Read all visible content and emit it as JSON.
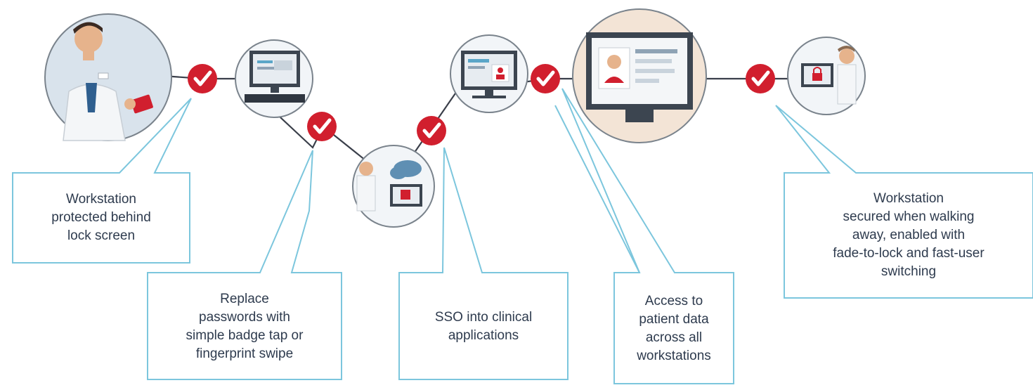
{
  "colors": {
    "callout_border": "#7cc6dd",
    "line": "#3a3f4a",
    "check_red": "#d11f2e",
    "circle_bg": "#dfe7ee",
    "circle_border": "#9aa3ac",
    "text": "#2e3b4e"
  },
  "steps": [
    {
      "icon": "doctor-with-badge-icon",
      "check": "checkmark-icon"
    },
    {
      "icon": "desktop-computer-icon",
      "check": "checkmark-icon"
    },
    {
      "icon": "clinician-cloud-login-icon",
      "check": "checkmark-icon"
    },
    {
      "icon": "clinical-app-monitor-icon",
      "check": "checkmark-icon"
    },
    {
      "icon": "patient-record-monitor-icon",
      "check": "checkmark-icon"
    },
    {
      "icon": "doctor-locked-screen-icon",
      "check": "checkmark-icon"
    }
  ],
  "callouts": [
    {
      "text": "Workstation\nprotected behind\nlock screen"
    },
    {
      "text": "Replace\npasswords with\nsimple badge tap or\nfingerprint swipe"
    },
    {
      "text": "SSO into clinical\napplications"
    },
    {
      "text": "Access to\npatient data\nacross all\nworkstations"
    },
    {
      "text": "Workstation\nsecured when walking\naway, enabled with\nfade-to-lock and fast-user\nswitching"
    }
  ]
}
